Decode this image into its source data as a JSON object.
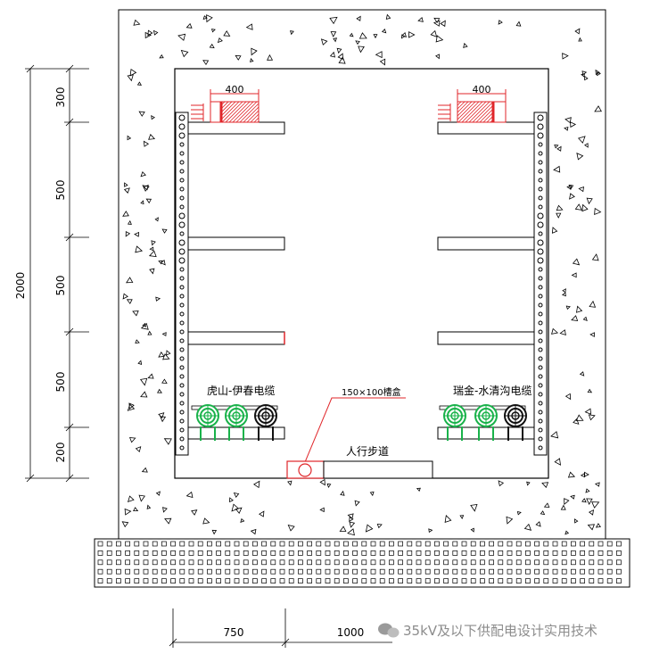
{
  "dimensions": {
    "total_height": "2000",
    "left_segments": [
      "300",
      "500",
      "500",
      "500",
      "200"
    ],
    "bottom_segments": [
      "750",
      "1000"
    ]
  },
  "left_tray_width": "400",
  "right_tray_width": "400",
  "cable_label_left": "虎山-伊春电缆",
  "cable_label_right": "瑞金-水清沟电缆",
  "drain_label": "150×100槽盒",
  "walkway_label": "人行步道",
  "watermark": "35kV及以下供配电设计实用技术",
  "colors": {
    "line": "#000000",
    "red": "#e0262a",
    "green": "#19b24a",
    "background": "#ffffff"
  }
}
